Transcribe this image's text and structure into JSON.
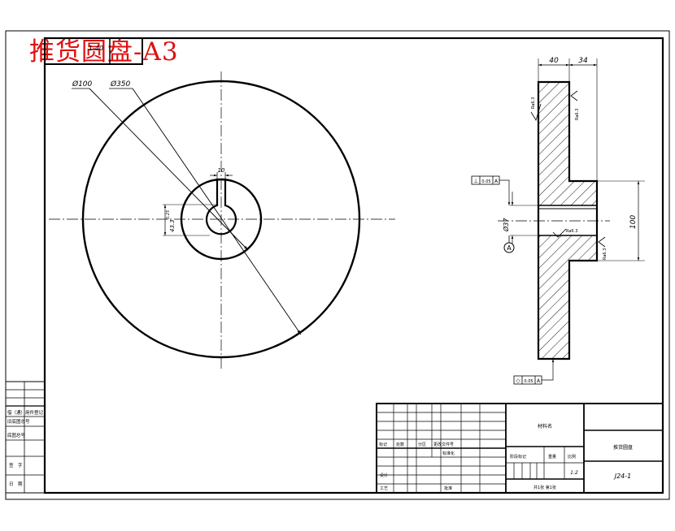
{
  "overlay_title": "推货圆盘-A3",
  "top_left_box": "1-40",
  "front_view": {
    "dia_large": "Ø350",
    "dia_small": "Ø100",
    "key_width": "10",
    "key_depth": "43.3",
    "tol_label": "0.25"
  },
  "section_view": {
    "dim_flange": "40",
    "dim_hub": "34",
    "dim_hub_dia": "100",
    "dim_bore": "Ø37",
    "datum": "A",
    "rough_1": "Ra6.3",
    "rough_2": "Ra6.3",
    "rough_3": "Ra6.3",
    "rough_4": "Ra6.3",
    "gdt_sym_1": "⊥",
    "gdt_val_1": "0.05",
    "gdt_ref_1": "A",
    "gdt_sym_2": "◇",
    "gdt_val_2": "0.05",
    "gdt_ref_2": "A"
  },
  "left_strip": {
    "r1": "借（通）用件登记",
    "r2": "旧底图总号",
    "r3": "底图总号",
    "r4": "签　字",
    "r5": "日　期"
  },
  "title_block": {
    "material": "材料名",
    "part_name": "推货圆盘",
    "drawing_no": "J24-1",
    "col_mark": "标记",
    "col_qty": "处数",
    "col_zone": "分区",
    "col_doc": "更改文件号",
    "col_std": "标准化",
    "row_design": "设计",
    "row_craft": "工艺",
    "row_approve": "批准",
    "stage_label": "阶段标记",
    "weight_label": "重量",
    "scale_label": "比例",
    "scale_value": "1:2",
    "sheet_info": "共1张 第1张"
  },
  "colors": {
    "line": "#000000",
    "title": "#e01010",
    "datum_fill": "#ffffff"
  }
}
